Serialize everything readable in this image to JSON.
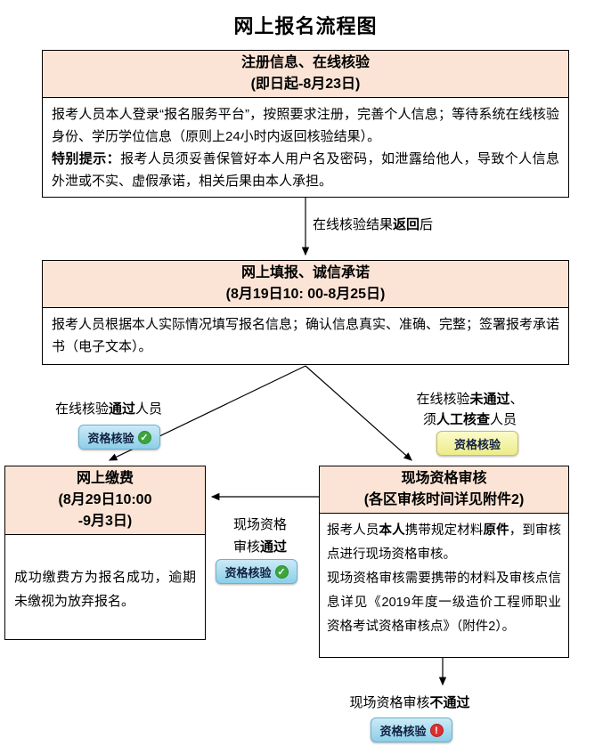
{
  "title": "网上报名流程图",
  "register_box": {
    "header": [
      "注册信息、在线核验",
      "(即日起-8月23日)"
    ],
    "para1": "报考人员本人登录“报名服务平台”，按照要求注册，完善个人信息；等待系统在线核验身份、学历学位信息（原则上24小时内返回核验结果）。",
    "tip_label": "特别提示：",
    "tip_text": "报考人员须妥善保管好本人用户名及密码，如泄露给他人，导致个人信息外泄或不实、虚假承诺，相关后果由本人承担。"
  },
  "arrow_online_result": {
    "pre": "在线核验结果",
    "bold": "返回",
    "post": "后"
  },
  "fill_box": {
    "header": [
      "网上填报、诚信承诺",
      "(8月19日10: 00-8月25日)"
    ],
    "body": "报考人员根据本人实际情况填写报名信息；确认信息真实、准确、完整；签署报考承诺书（电子文本）。"
  },
  "branch_pass": {
    "pre": "在线核验",
    "bold": "通过",
    "post": "人员"
  },
  "branch_fail": {
    "line1_pre": "在线核验",
    "line1_bold": "未通过",
    "line1_post": "、",
    "line2_pre": "须",
    "line2_bold": "人工核查",
    "line2_post": "人员"
  },
  "pay_box": {
    "header": [
      "网上缴费",
      "(8月29日10:00",
      "-9月3日)"
    ],
    "body": "成功缴费方为报名成功，逾期未缴视为放弃报名。"
  },
  "onsite_box": {
    "header": [
      "现场资格审核",
      "(各区审核时间详见附件2)"
    ],
    "para1_pre": "报考人员",
    "para1_bold1": "本人",
    "para1_mid": "携带规定材料",
    "para1_bold2": "原件",
    "para1_post": "，到审核点进行现场资格审核。",
    "para2": "现场资格审核需要携带的材料及审核点信息详见《2019年度一级造价工程师职业资格考试资格审核点》（附件2）。"
  },
  "onsite_pass_label": {
    "line1": "现场资格",
    "line2_pre": "审核",
    "line2_bold": "通过"
  },
  "onsite_fail_label": {
    "pre": "现场资格审核",
    "bold": "不通过"
  },
  "badge": {
    "label": "资格核验",
    "check_glyph": "✓",
    "fail_glyph": "!"
  },
  "colors": {
    "header_fill": "#FBE4D5",
    "border": "#000000",
    "badge_cyan_top": "#CBEAF7",
    "badge_cyan_bottom": "#8CCEE8",
    "badge_yellow_top": "#FBFBC9",
    "badge_yellow_bottom": "#ECEC8A",
    "check_green": "#3DA53D",
    "fail_red": "#DD2F2F"
  }
}
